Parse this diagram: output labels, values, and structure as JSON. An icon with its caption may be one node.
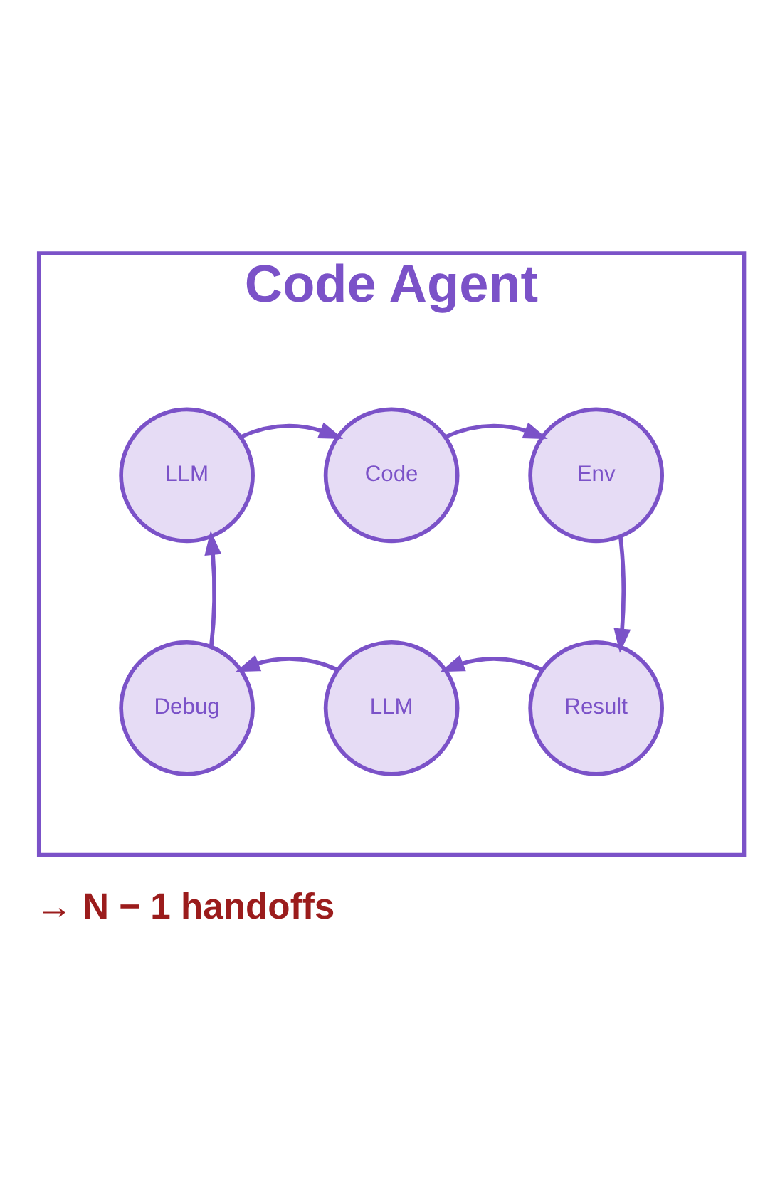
{
  "diagram": {
    "nodes": [
      {
        "text": [
          "Code Agent"
        ]
      },
      {
        "text": [
          "LLM"
        ],
        "in": 0
      },
      {
        "text": [
          "Code"
        ],
        "in": 0
      },
      {
        "text": [
          "Env"
        ],
        "in": 0
      },
      {
        "text": [
          "Result"
        ],
        "in": 0
      },
      {
        "text": [
          "LLM"
        ],
        "in": 0
      },
      {
        "text": [
          "Debug"
        ],
        "in": 0
      }
    ],
    "edges": [
      {
        "from": 1,
        "to": 2,
        "arrow": "to"
      },
      {
        "from": 2,
        "to": 3,
        "arrow": "to"
      },
      {
        "from": 3,
        "to": 4,
        "arrow": "to"
      },
      {
        "from": 4,
        "to": 5,
        "arrow": "to"
      },
      {
        "from": 5,
        "to": 6,
        "arrow": "to"
      },
      {
        "from": 6,
        "to": 1,
        "arrow": "to"
      }
    ],
    "labels": [
      "→ N − 1 handoffs"
    ]
  }
}
